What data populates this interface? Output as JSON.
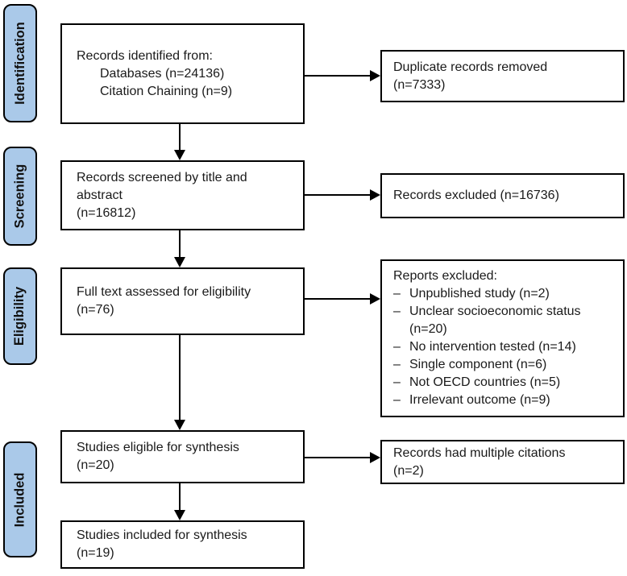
{
  "colors": {
    "stage_fill": "#aac9e9",
    "line_color": "#000000",
    "box_fill": "#ffffff",
    "background": "#ffffff"
  },
  "stages": [
    {
      "label": "Identification"
    },
    {
      "label": "Screening"
    },
    {
      "label": "Eligibility"
    },
    {
      "label": "Included"
    }
  ],
  "main_boxes": {
    "identified": {
      "heading": "Records identified from:",
      "sub_lines": [
        "Databases (n=24136)",
        "Citation Chaining (n=9)"
      ]
    },
    "screened": {
      "lines": [
        "Records screened by title and",
        "abstract",
        "(n=16812)"
      ]
    },
    "full_text": {
      "lines": [
        "Full text assessed for eligibility",
        "(n=76)"
      ]
    },
    "eligible": {
      "lines": [
        "Studies eligible for synthesis",
        "(n=20)"
      ]
    },
    "included": {
      "lines": [
        "Studies included for synthesis",
        "(n=19)"
      ]
    }
  },
  "side_boxes": {
    "duplicates": {
      "lines": [
        "Duplicate records removed",
        "(n=7333)"
      ]
    },
    "records_excluded": {
      "lines": [
        "Records excluded (n=16736)"
      ]
    },
    "reports_excluded": {
      "heading": "Reports excluded:",
      "bullet": "–",
      "items": [
        "Unpublished study (n=2)",
        "Unclear socioeconomic status (n=20)",
        "No intervention tested (n=14)",
        "Single component (n=6)",
        "Not OECD countries (n=5)",
        "Irrelevant outcome (n=9)"
      ]
    },
    "multiple_citations": {
      "lines": [
        "Records had multiple citations",
        "(n=2)"
      ]
    }
  }
}
